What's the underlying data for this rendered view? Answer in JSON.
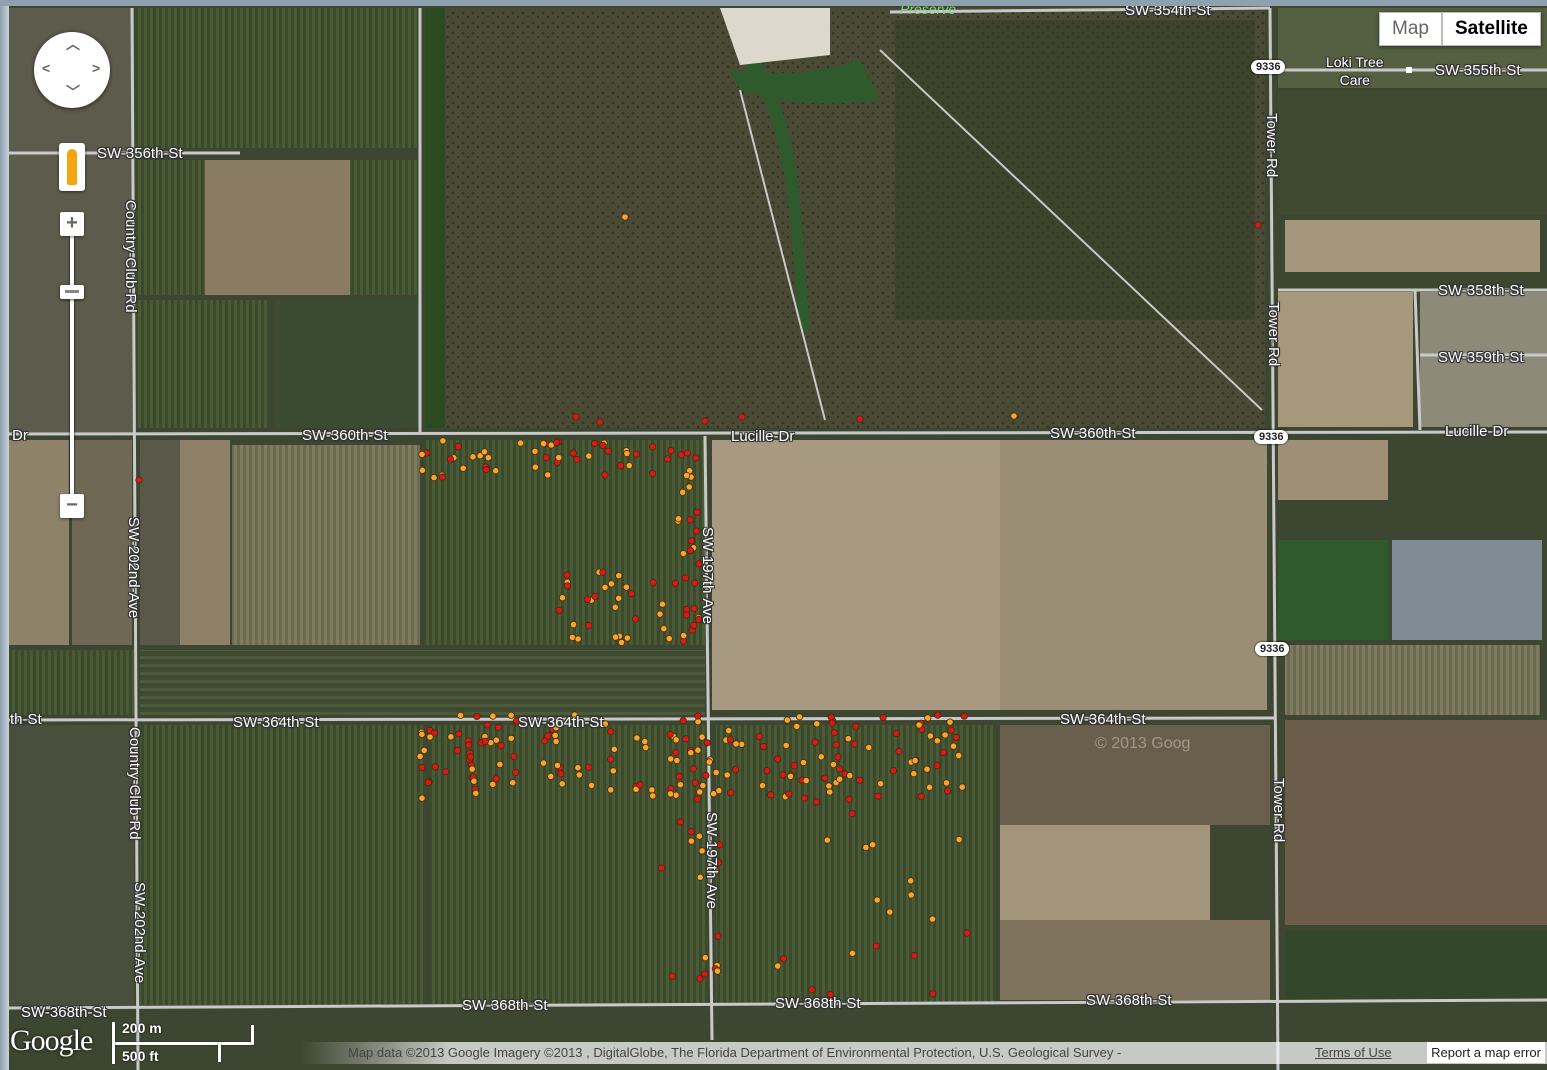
{
  "map": {
    "map_type_buttons": {
      "map": "Map",
      "satellite": "Satellite"
    },
    "zoom_in": "+",
    "zoom_out": "−",
    "preserve_label": "Preserve",
    "roads": {
      "sw354": "SW-354th-St",
      "sw355": "SW-355th-St",
      "sw356": "SW-356th-St",
      "sw358": "SW-358th-St",
      "sw359": "SW-359th-St",
      "sw360_left": "SW-360th-St",
      "lucille_mid": "Lucille-Dr",
      "sw360_right": "SW-360th-St",
      "lucille_right": "Lucille-Dr",
      "dr_left": "Dr",
      "sw364_left": "SW-364th-St",
      "sw364_mid": "SW-364th-St",
      "sw364_right": "SW-364th-St",
      "th_st_left": "th-St",
      "sw368_left": "SW-368th-St",
      "sw368_a": "SW-368th-St",
      "sw368_b": "SW-368th-St",
      "sw368_c": "SW-368th-St",
      "country_club_top": "Country-Club-Rd",
      "country_club_bottom": "Country-Club-Rd",
      "sw202_top": "SW-202nd-Ave",
      "sw202_bottom": "SW-202nd-Ave",
      "sw197_top": "SW-197th-Ave",
      "sw197_bottom": "SW-197th-Ave",
      "tower_1": "Tower-Rd",
      "tower_2": "Tower-Rd",
      "tower_3": "Tower-Rd"
    },
    "poi": {
      "line1": "Loki Tree",
      "line2": "Care"
    },
    "route_shields": [
      "9336",
      "9336",
      "9336"
    ],
    "watermark": "© 2013 Goog",
    "logo": "Google",
    "scale": {
      "metric": "200 m",
      "imperial": "500 ft"
    },
    "attribution": "Map data ©2013 Google Imagery ©2013 , DigitalGlobe, The Florida Department of Environmental Protection, U.S. Geological Survey -",
    "terms": "Terms of Use",
    "report": "Report a map error",
    "colors": {
      "marker_red": "#d7191c",
      "marker_orange": "#f4a630",
      "road": "#c9c9c9"
    }
  }
}
